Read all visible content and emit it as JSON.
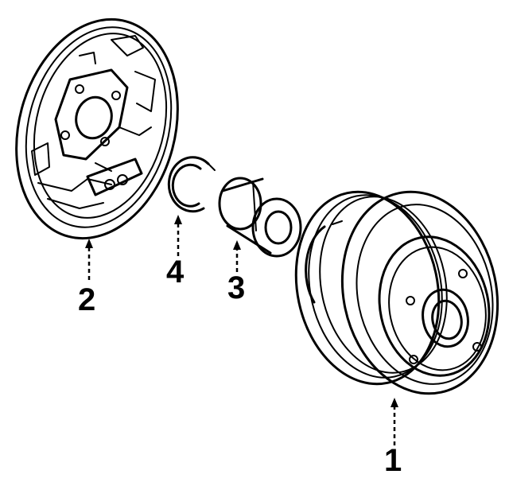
{
  "parts": [
    {
      "label": "1",
      "name": "brake-drum"
    },
    {
      "label": "2",
      "name": "backing-plate"
    },
    {
      "label": "3",
      "name": "bearing"
    },
    {
      "label": "4",
      "name": "snap-ring"
    }
  ]
}
